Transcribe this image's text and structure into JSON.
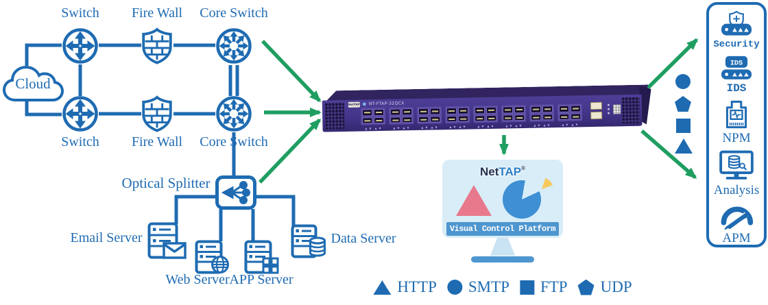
{
  "colors": {
    "blue": "#1E6BB2",
    "green": "#1F9E62",
    "device_purple": "#43348A",
    "port_label_khaki": "#D9CB8F",
    "screen_blue": "#D8EDF8",
    "banner_blue": "#4E96CF",
    "triangle_pink": "#E8798C",
    "pie_blue": "#3E8FD3",
    "pie_yellow": "#F6C95F"
  },
  "nodes": {
    "cloud": {
      "label": "Cloud"
    },
    "switch_top": {
      "label": "Switch"
    },
    "firewall_top": {
      "label": "Fire Wall"
    },
    "core_switch_top": {
      "label": "Core Switch"
    },
    "switch_bottom": {
      "label": "Switch"
    },
    "firewall_bottom": {
      "label": "Fire Wall"
    },
    "core_switch_bottom": {
      "label": "Core Switch"
    },
    "optical_splitter": {
      "label": "Optical Splitter"
    },
    "email_server": {
      "label": "Email Server"
    },
    "web_server": {
      "label": "Web Server"
    },
    "app_server": {
      "label": "APP Server"
    },
    "data_server": {
      "label": "Data Server"
    }
  },
  "device": {
    "brand": "NetTAP",
    "model": "NT-FTAP-32QCX"
  },
  "platform": {
    "brand_net": "Net",
    "brand_tap": "TAP",
    "reg_mark": "®",
    "banner": "Visual Control Platform"
  },
  "panel": {
    "items": [
      {
        "label": "Security"
      },
      {
        "label": "IDS",
        "icon_label": "IDS"
      },
      {
        "label": "NPM"
      },
      {
        "label": "Analysis"
      },
      {
        "label": "APM"
      }
    ]
  },
  "flow_shapes": [
    "circle",
    "pentagon",
    "square",
    "triangle"
  ],
  "legend": {
    "items": [
      {
        "shape": "triangle",
        "label": "HTTP"
      },
      {
        "shape": "circle",
        "label": "SMTP"
      },
      {
        "shape": "square",
        "label": "FTP"
      },
      {
        "shape": "pentagon",
        "label": "UDP"
      }
    ]
  }
}
